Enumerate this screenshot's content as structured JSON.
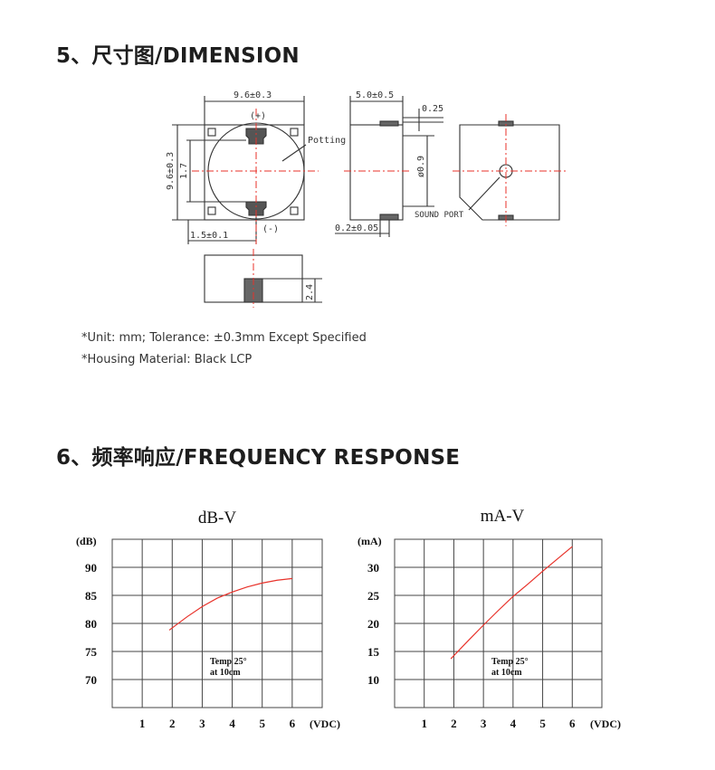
{
  "sections": {
    "dimension_title": "5、尺寸图/DIMENSION",
    "frequency_title": "6、频率响应/FREQUENCY RESPONSE"
  },
  "dimension": {
    "labels": {
      "width": "9.6±0.3",
      "height": "9.6±0.3",
      "plus": "(+)",
      "minus": "(-)",
      "potting": "Potting",
      "pin_gap": "1.7",
      "pin_offset": "1.5±0.1",
      "depth": "5.0±0.5",
      "pin_thickness": "0.25",
      "port_dia": "ø0.9",
      "bottom_gap": "0.2±0.05",
      "sound_port": "SOUND PORT",
      "side_height": "2.4"
    }
  },
  "notes": {
    "unit": "*Unit: mm; Tolerance: ±0.3mm Except Specified",
    "housing": "*Housing Material: Black LCP"
  },
  "colors": {
    "curve": "#e8322a",
    "centerline": "#e8322a",
    "grid": "#444444"
  },
  "chart_data": [
    {
      "type": "line",
      "title": "dB-V",
      "ylabel": "(dB)",
      "xlabel": "(VDC)",
      "xlim": [
        0,
        7
      ],
      "ylim": [
        65,
        95
      ],
      "x_ticks": [
        "1",
        "2",
        "3",
        "4",
        "5",
        "6"
      ],
      "y_ticks": [
        "90",
        "85",
        "80",
        "75",
        "70"
      ],
      "annotation": [
        "Temp 25°",
        "at 10cm"
      ],
      "series": [
        {
          "x": [
            1.9,
            2.5,
            3.0,
            3.5,
            4.0,
            4.5,
            5.0,
            5.5,
            6.0
          ],
          "values": [
            78.8,
            81.2,
            83.0,
            84.5,
            85.6,
            86.5,
            87.2,
            87.7,
            88.0
          ]
        }
      ]
    },
    {
      "type": "line",
      "title": "mA-V",
      "ylabel": "(mA)",
      "xlabel": "(VDC)",
      "xlim": [
        0,
        7
      ],
      "ylim": [
        5,
        35
      ],
      "x_ticks": [
        "1",
        "2",
        "3",
        "4",
        "5",
        "6"
      ],
      "y_ticks": [
        "30",
        "25",
        "20",
        "15",
        "10"
      ],
      "annotation": [
        "Temp 25°",
        "at 10cm"
      ],
      "series": [
        {
          "x": [
            1.9,
            2.5,
            3.0,
            3.5,
            4.0,
            4.5,
            5.0,
            5.5,
            6.0
          ],
          "values": [
            13.7,
            17.0,
            19.7,
            22.3,
            24.8,
            27.0,
            29.3,
            31.5,
            33.7
          ]
        }
      ]
    }
  ]
}
